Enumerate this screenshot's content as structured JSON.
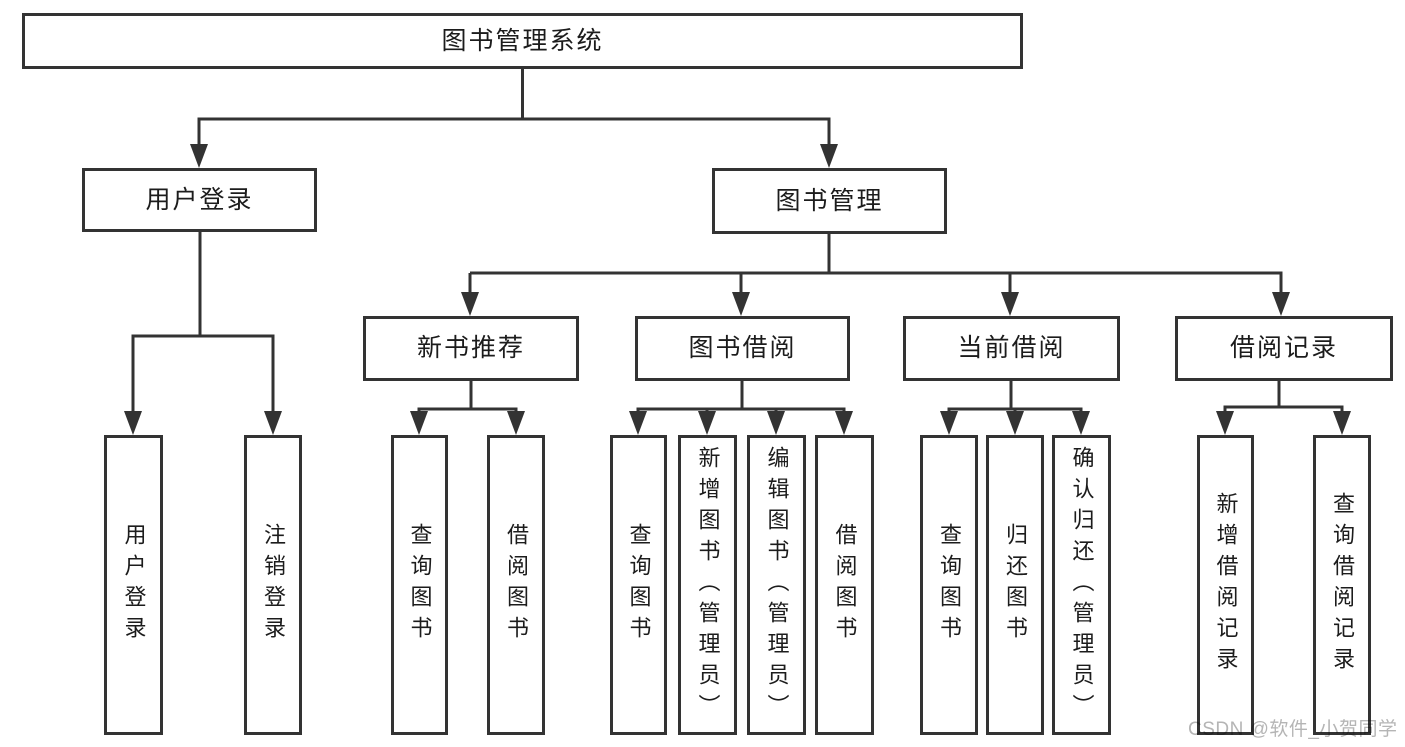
{
  "diagram": {
    "root": "图书管理系统",
    "level2": {
      "user_login": "用户登录",
      "book_mgmt": "图书管理"
    },
    "level3": {
      "new_books": "新书推荐",
      "book_borrow": "图书借阅",
      "current_borrow": "当前借阅",
      "borrow_records": "借阅记录"
    },
    "leaves": {
      "user_login": [
        "用户登录",
        "注销登录"
      ],
      "new_books": [
        "查询图书",
        "借阅图书"
      ],
      "book_borrow": [
        "查询图书",
        "新增图书（管理员）",
        "编辑图书（管理员）",
        "借阅图书"
      ],
      "current_borrow": [
        "查询图书",
        "归还图书",
        "确认归还（管理员）"
      ],
      "borrow_records": [
        "新增借阅记录",
        "查询借阅记录"
      ]
    }
  },
  "watermark": {
    "text": "CSDN @软件_小贺同学",
    "color": "#b5b5b5"
  },
  "colors": {
    "line": "#333333",
    "box_border": "#333333",
    "text": "#1c1c1c",
    "background": "#ffffff"
  }
}
